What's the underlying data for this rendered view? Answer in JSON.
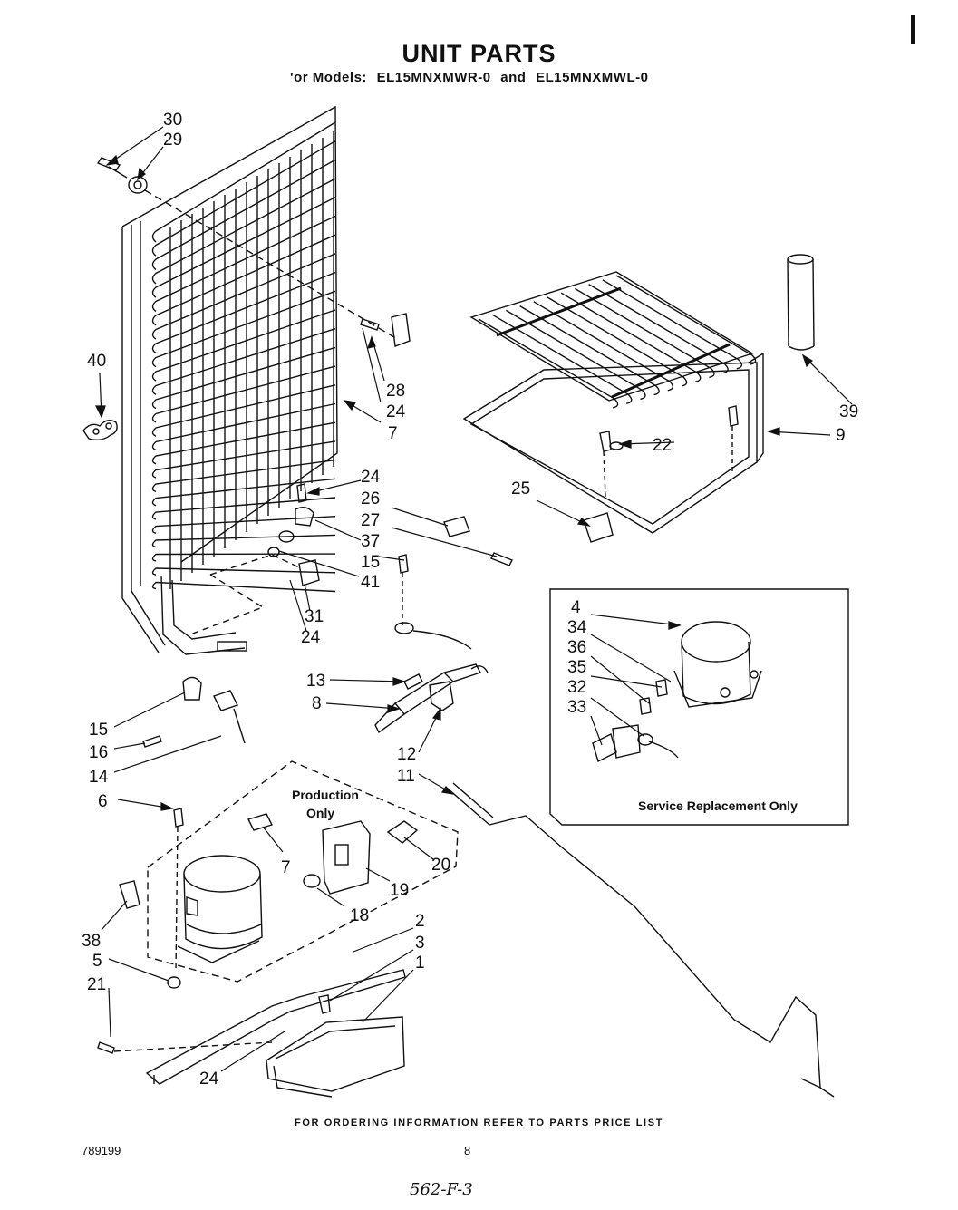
{
  "title": "UNIT PARTS",
  "subtitle": {
    "prefix": "'or Models:",
    "model_a": "EL15MNXMWR-0",
    "joiner": "and",
    "model_b": "EL15MNXMWL-0"
  },
  "callouts": [
    "30",
    "29",
    "40",
    "28",
    "24",
    "7",
    "39",
    "22",
    "9",
    "24",
    "26",
    "27",
    "37",
    "15",
    "41",
    "25",
    "31",
    "24",
    "13",
    "8",
    "15",
    "16",
    "14",
    "12",
    "11",
    "6",
    "7",
    "20",
    "19",
    "18",
    "38",
    "5",
    "21",
    "2",
    "3",
    "1",
    "24",
    "4",
    "34",
    "36",
    "35",
    "32",
    "33"
  ],
  "boxes": {
    "production": {
      "line1": "Production",
      "line2": "Only"
    },
    "service": "Service Replacement Only"
  },
  "footer": {
    "ordering_note": "FOR ORDERING INFORMATION REFER TO PARTS PRICE LIST",
    "doc_number": "789199",
    "page_number": "8",
    "handwritten": "562-F-3"
  }
}
